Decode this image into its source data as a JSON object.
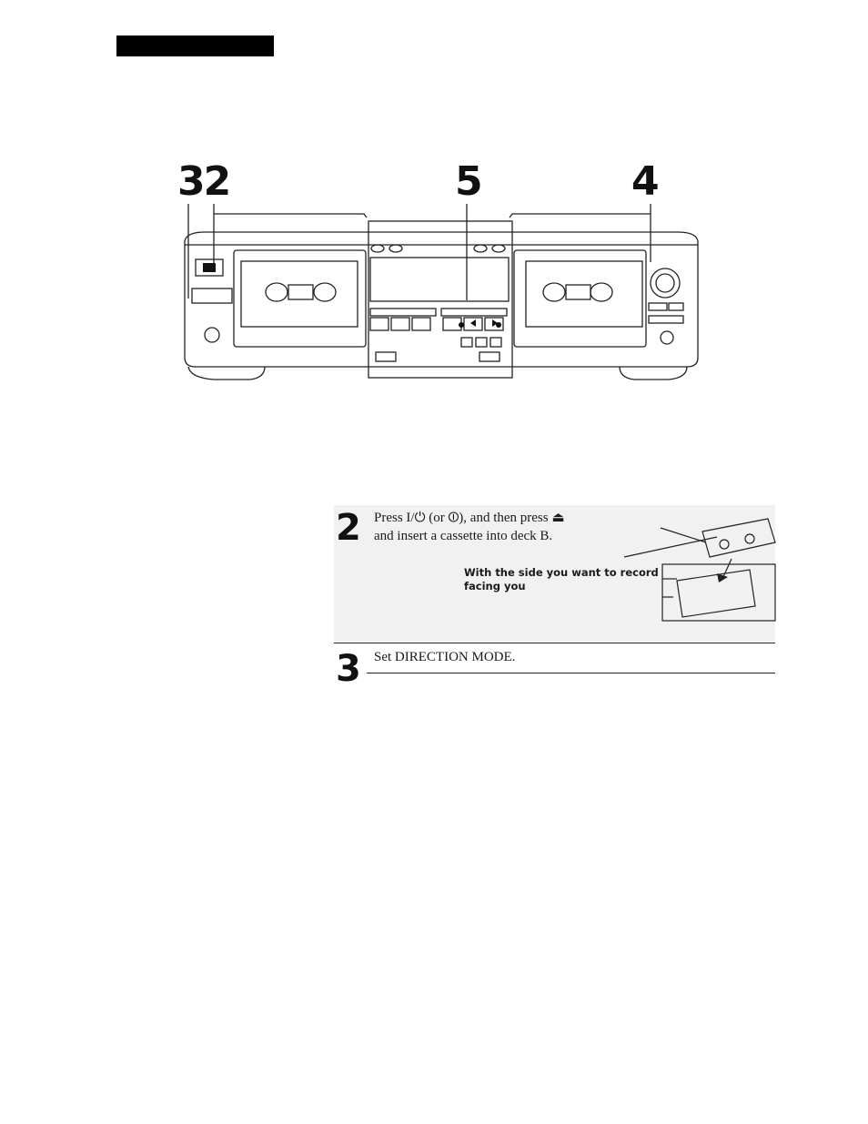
{
  "callouts": {
    "left": "32",
    "middle": "5",
    "right": "4"
  },
  "steps": [
    {
      "number": "2",
      "line1": "Press I/⏻ (or ⏼), and then press ⏏",
      "line2": "and insert a cassette into deck B.",
      "caption_line1": "With the side you want to record",
      "caption_line2": "facing you"
    },
    {
      "number": "3",
      "text": "Set DIRECTION MODE."
    }
  ]
}
